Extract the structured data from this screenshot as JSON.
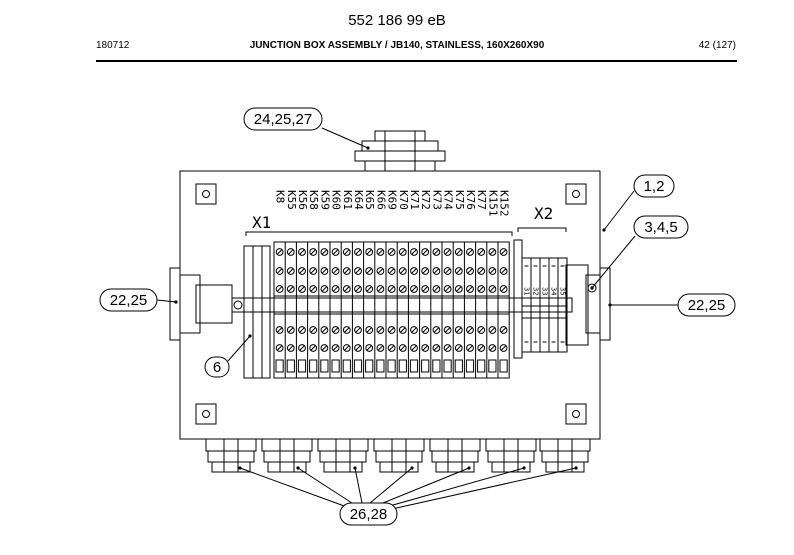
{
  "header": {
    "doc_number": "552 186 99 eB",
    "date": "180712",
    "title": "JUNCTION BOX ASSEMBLY / JB140, STAINLESS, 160X260X90",
    "page": "42 (127)"
  },
  "callouts": {
    "top_gland": "24,25,27",
    "enclosure": "1,2",
    "x2_parts": "3,4,5",
    "left_gland": "22,25",
    "right_gland": "22,25",
    "end_plate": "6",
    "bottom_glands": "26,28"
  },
  "terminal_block_x1": {
    "label": "X1",
    "terminals": [
      "K8",
      "K55",
      "K56",
      "K58",
      "K59",
      "K60",
      "K61",
      "K64",
      "K65",
      "K66",
      "K69",
      "K70",
      "K71",
      "K72",
      "K73",
      "K74",
      "K75",
      "K76",
      "K77",
      "K151",
      "K152"
    ]
  },
  "terminal_block_x2": {
    "label": "X2",
    "terminals": [
      "31",
      "32",
      "33",
      "34",
      "35"
    ]
  }
}
